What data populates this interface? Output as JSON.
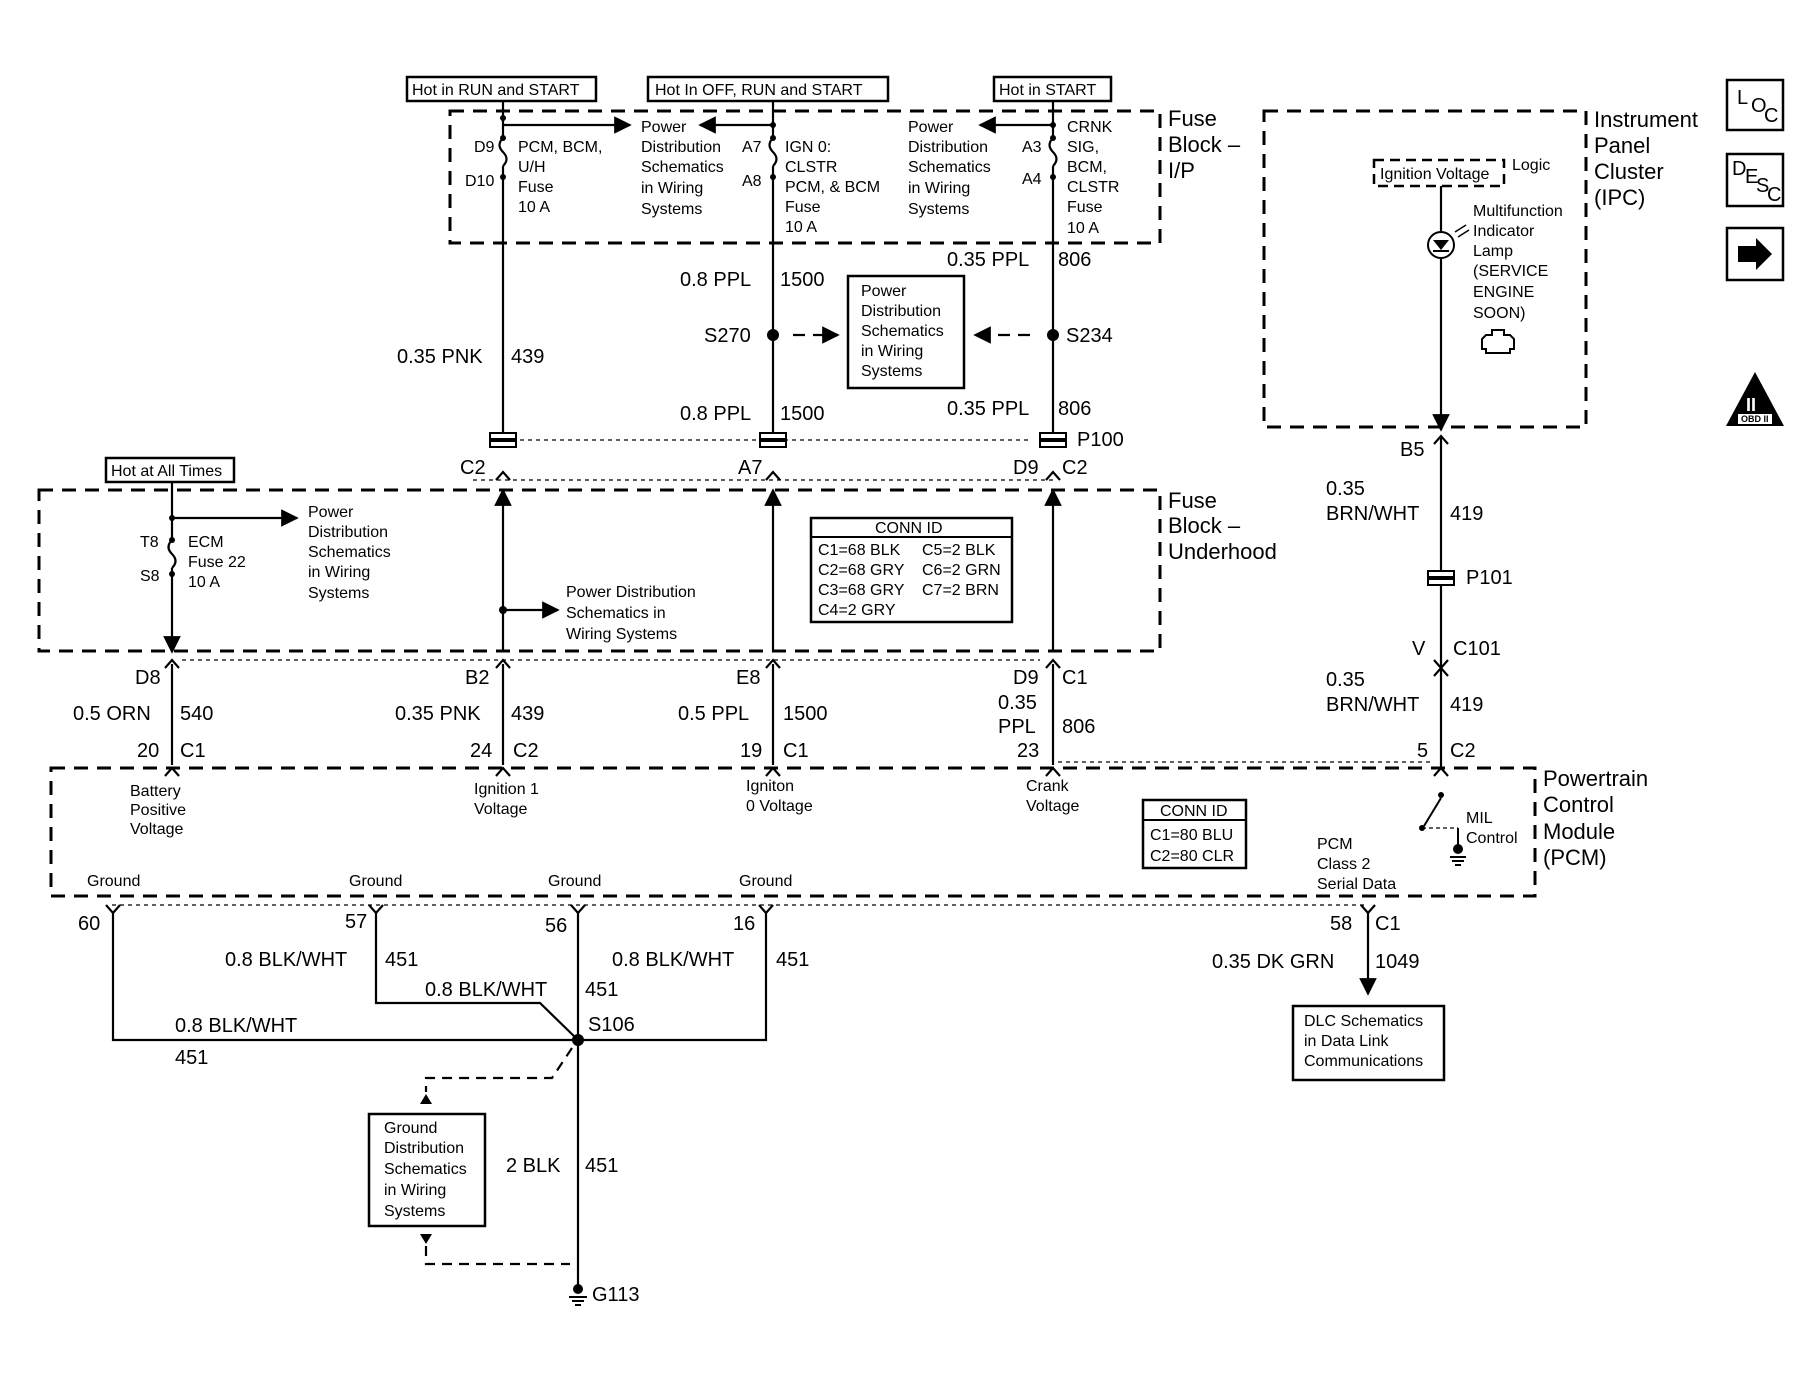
{
  "header_labels": {
    "hot_run_start": "Hot in RUN and START",
    "hot_off_run_start": "Hot In OFF, RUN and START",
    "hot_start": "Hot in START",
    "hot_all_times": "Hot at All Times"
  },
  "fuse_block_ip": {
    "title_lines": [
      "Fuse",
      "Block –",
      "I/P"
    ],
    "fuse1": {
      "pin_top": "D9",
      "pin_bottom": "D10",
      "name_lines": [
        "PCM, BCM,",
        "U/H",
        "Fuse",
        "10 A"
      ]
    },
    "fuse2": {
      "pin_top": "A7",
      "pin_bottom": "A8",
      "name_lines": [
        "IGN 0:",
        "CLSTR",
        "PCM, & BCM",
        "Fuse",
        "10 A"
      ]
    },
    "fuse3": {
      "pin_top": "A3",
      "pin_bottom": "A4",
      "name_lines": [
        "CRNK",
        "SIG,",
        "BCM,",
        "CLSTR",
        "Fuse",
        "10 A"
      ]
    },
    "pds_ref_lines": [
      "Power",
      "Distribution",
      "Schematics",
      "in Wiring",
      "Systems"
    ]
  },
  "ipc": {
    "title_lines": [
      "Instrument",
      "Panel",
      "Cluster",
      "(IPC)"
    ],
    "ignition_voltage": "Ignition Voltage",
    "logic": "Logic",
    "lamp_lines": [
      "Multifunction",
      "Indicator",
      "Lamp",
      "(SERVICE",
      "ENGINE",
      "SOON)"
    ]
  },
  "side_icons": {
    "loc": [
      "L",
      "O",
      "C"
    ],
    "desc": [
      "D",
      "E",
      "S",
      "C"
    ],
    "obd": "OBD II",
    "obd_mark": "II"
  },
  "splices": {
    "s270": "S270",
    "s234": "S234",
    "s106": "S106",
    "g113": "G113",
    "pds_ref_lines": [
      "Power",
      "Distribution",
      "Schematics",
      "in Wiring",
      "Systems"
    ]
  },
  "wires_upper": {
    "w439": {
      "gauge": "0.35 PNK",
      "circuit": "439"
    },
    "w1500a": {
      "gauge": "0.8 PPL",
      "circuit": "1500"
    },
    "w1500b": {
      "gauge": "0.8 PPL",
      "circuit": "1500"
    },
    "w806a": {
      "gauge": "0.35 PPL",
      "circuit": "806"
    },
    "w806b": {
      "gauge": "0.35 PPL",
      "circuit": "806"
    }
  },
  "p100_connectors": {
    "p100": "P100",
    "c2_left": "C2",
    "a7": "A7",
    "d9": "D9",
    "c2_right": "C2"
  },
  "fuse_block_underhood": {
    "title_lines": [
      "Fuse",
      "Block –",
      "Underhood"
    ],
    "fuse": {
      "pin_top": "T8",
      "pin_bottom": "S8",
      "name_lines": [
        "ECM",
        "Fuse 22",
        "10 A"
      ]
    },
    "pds_ref_lines": [
      "Power",
      "Distribution",
      "Schematics",
      "in Wiring",
      "Systems"
    ],
    "pds_ref2_lines": [
      "Power Distribution",
      "Schematics in",
      "Wiring Systems"
    ],
    "conn_id": {
      "title": "CONN ID",
      "col1": [
        "C1=68 BLK",
        "C2=68 GRY",
        "C3=68 GRY",
        "C4=2 GRY"
      ],
      "col2": [
        "C5=2 BLK",
        "C6=2 GRN",
        "C7=2 BRN"
      ]
    }
  },
  "ipc_wires": {
    "b5": "B5",
    "w419a": {
      "gauge_lines": [
        "0.35",
        "BRN/WHT"
      ],
      "circuit": "419"
    },
    "p101": "P101",
    "v": "V",
    "c101": "C101",
    "w419b": {
      "gauge_lines": [
        "0.35",
        "BRN/WHT"
      ],
      "circuit": "419"
    },
    "pin5": "5",
    "c2": "C2"
  },
  "pcm_inputs": {
    "d8": "D8",
    "b2": "B2",
    "e8": "E8",
    "d9": "D9",
    "c1_top": "C1",
    "w540": {
      "gauge": "0.5 ORN",
      "circuit": "540"
    },
    "w439": {
      "gauge": "0.35 PNK",
      "circuit": "439"
    },
    "w1500": {
      "gauge": "0.5 PPL",
      "circuit": "1500"
    },
    "w806": {
      "gauge_lines": [
        "0.35",
        "PPL"
      ],
      "circuit": "806"
    },
    "pins": [
      {
        "num": "20",
        "conn": "C1"
      },
      {
        "num": "24",
        "conn": "C2"
      },
      {
        "num": "19",
        "conn": "C1"
      },
      {
        "num": "23",
        "conn": ""
      }
    ]
  },
  "pcm": {
    "title_lines": [
      "Powertrain",
      "Control",
      "Module",
      "(PCM)"
    ],
    "battery_lines": [
      "Battery",
      "Positive",
      "Voltage"
    ],
    "ign1_lines": [
      "Ignition 1",
      "Voltage"
    ],
    "ign0_lines": [
      "Igniton",
      "0 Voltage"
    ],
    "crank_lines": [
      "Crank",
      "Voltage"
    ],
    "conn_id": {
      "title": "CONN ID",
      "lines": [
        "C1=80 BLU",
        "C2=80 CLR"
      ]
    },
    "serial_lines": [
      "PCM",
      "Class 2",
      "Serial Data"
    ],
    "mil_lines": [
      "MIL",
      "Control"
    ],
    "grounds": [
      "Ground",
      "Ground",
      "Ground",
      "Ground"
    ]
  },
  "ground_wires": {
    "pins": [
      "60",
      "57",
      "56",
      "16"
    ],
    "w_left": {
      "gauge": "0.8 BLK/WHT",
      "circuit": "451"
    },
    "w_center": {
      "gauge": "0.8 BLK/WHT",
      "circuit": "451"
    },
    "w_right": {
      "gauge": "0.8 BLK/WHT",
      "circuit": "451"
    },
    "w_bottom": {
      "gauge": "0.8 BLK/WHT",
      "circuit": "451"
    },
    "w_main": {
      "gauge": "2 BLK",
      "circuit": "451"
    },
    "gds_lines": [
      "Ground",
      "Distribution",
      "Schematics",
      "in Wiring",
      "Systems"
    ]
  },
  "serial_data": {
    "pin": "58",
    "conn": "C1",
    "wire": {
      "gauge": "0.35 DK GRN",
      "circuit": "1049"
    },
    "dlc_lines": [
      "DLC Schematics",
      "in Data Link",
      "Communications"
    ]
  }
}
